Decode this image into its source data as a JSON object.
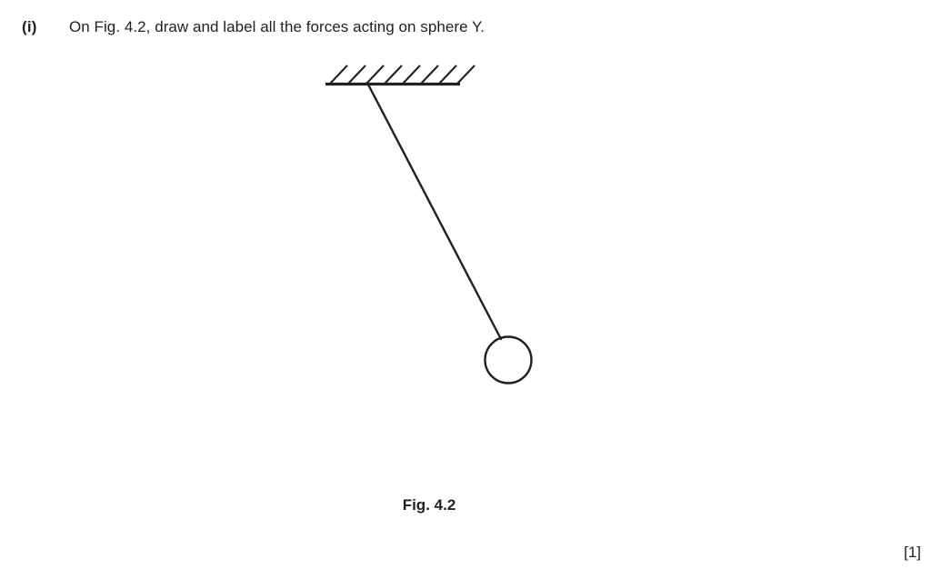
{
  "question": {
    "marker": "(i)",
    "text": "On Fig. 4.2, draw and label all the forces acting on sphere Y."
  },
  "figure": {
    "caption": "Fig. 4.2",
    "diagram_type": "pendulum-suspended-sphere",
    "elements": {
      "ceiling_label": "hatched-ceiling",
      "string_label": "string",
      "sphere_label": "sphere-Y"
    },
    "ink_color": "#231f20",
    "background_color": "#ffffff"
  },
  "marks": {
    "allocation": "[1]"
  }
}
